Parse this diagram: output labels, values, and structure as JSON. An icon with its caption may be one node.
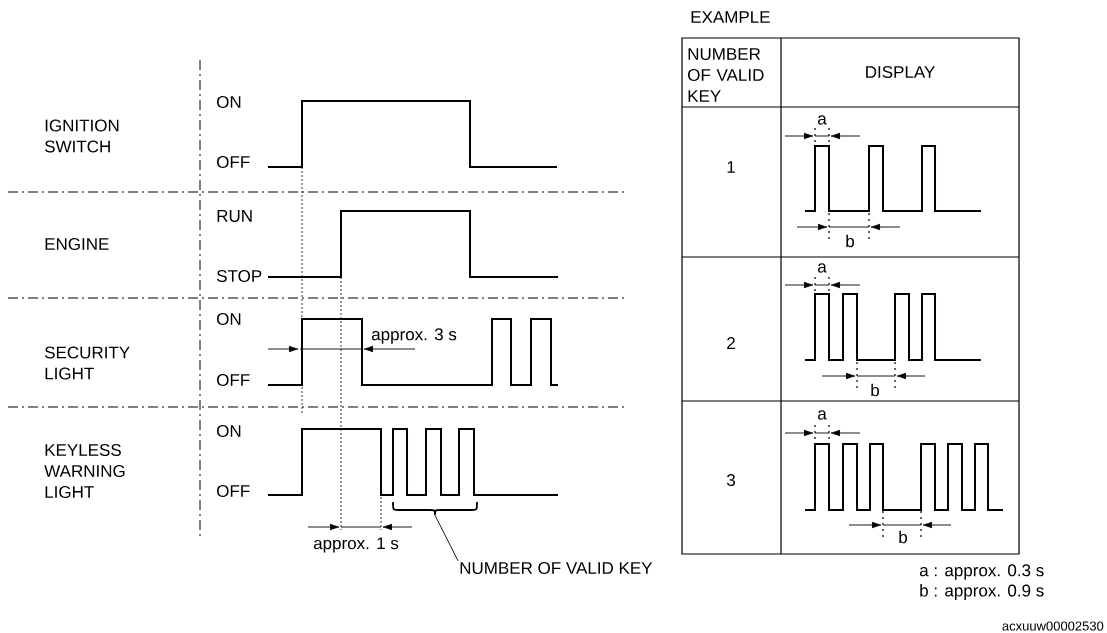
{
  "diagram": {
    "nodes": [
      {
        "text": [
          "NUMBER OF VALID KEY"
        ]
      },
      {
        "text": [],
        "shape": "brace"
      }
    ],
    "edges": [
      {
        "from": 0,
        "to": 1,
        "arrow": "none"
      }
    ],
    "labels": [
      "IGNITION SWITCH",
      "ON",
      "OFF",
      "ENGINE",
      "RUN",
      "STOP",
      "SECURITY LIGHT",
      "ON",
      "OFF",
      "approx. 3 s",
      "KEYLESS WARNING LIGHT",
      "ON",
      "OFF",
      "approx. 1 s",
      "EXAMPLE",
      "NUMBER OF VALID KEY",
      "DISPLAY",
      "1",
      "a",
      "b",
      "2",
      "a",
      "b",
      "3",
      "a",
      "b",
      "a : approx. 0.3 s",
      "b : approx. 0.9 s",
      "acxuuw00002530"
    ]
  }
}
